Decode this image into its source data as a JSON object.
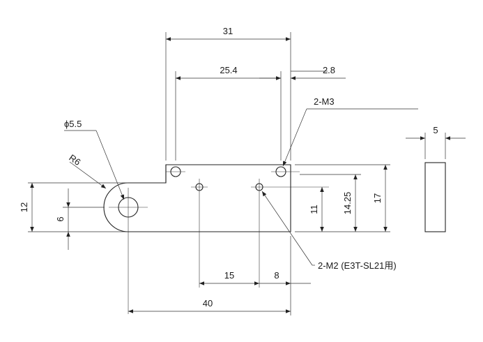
{
  "dimensions": {
    "d31": "31",
    "d25_4": "25.4",
    "d2_8": "2.8",
    "d5": "5",
    "d12": "12",
    "d6": "6",
    "d11": "11",
    "d14_25": "14.25",
    "d17": "17",
    "d15": "15",
    "d8": "8",
    "d40": "40"
  },
  "callouts": {
    "m3": "2-M3",
    "phi": "ϕ5.5",
    "r6": "R6",
    "m2": "2-M2 (E3T-SL21用)"
  },
  "colors": {
    "line": "#222222",
    "text": "#1a1a1a",
    "background": "#ffffff"
  }
}
